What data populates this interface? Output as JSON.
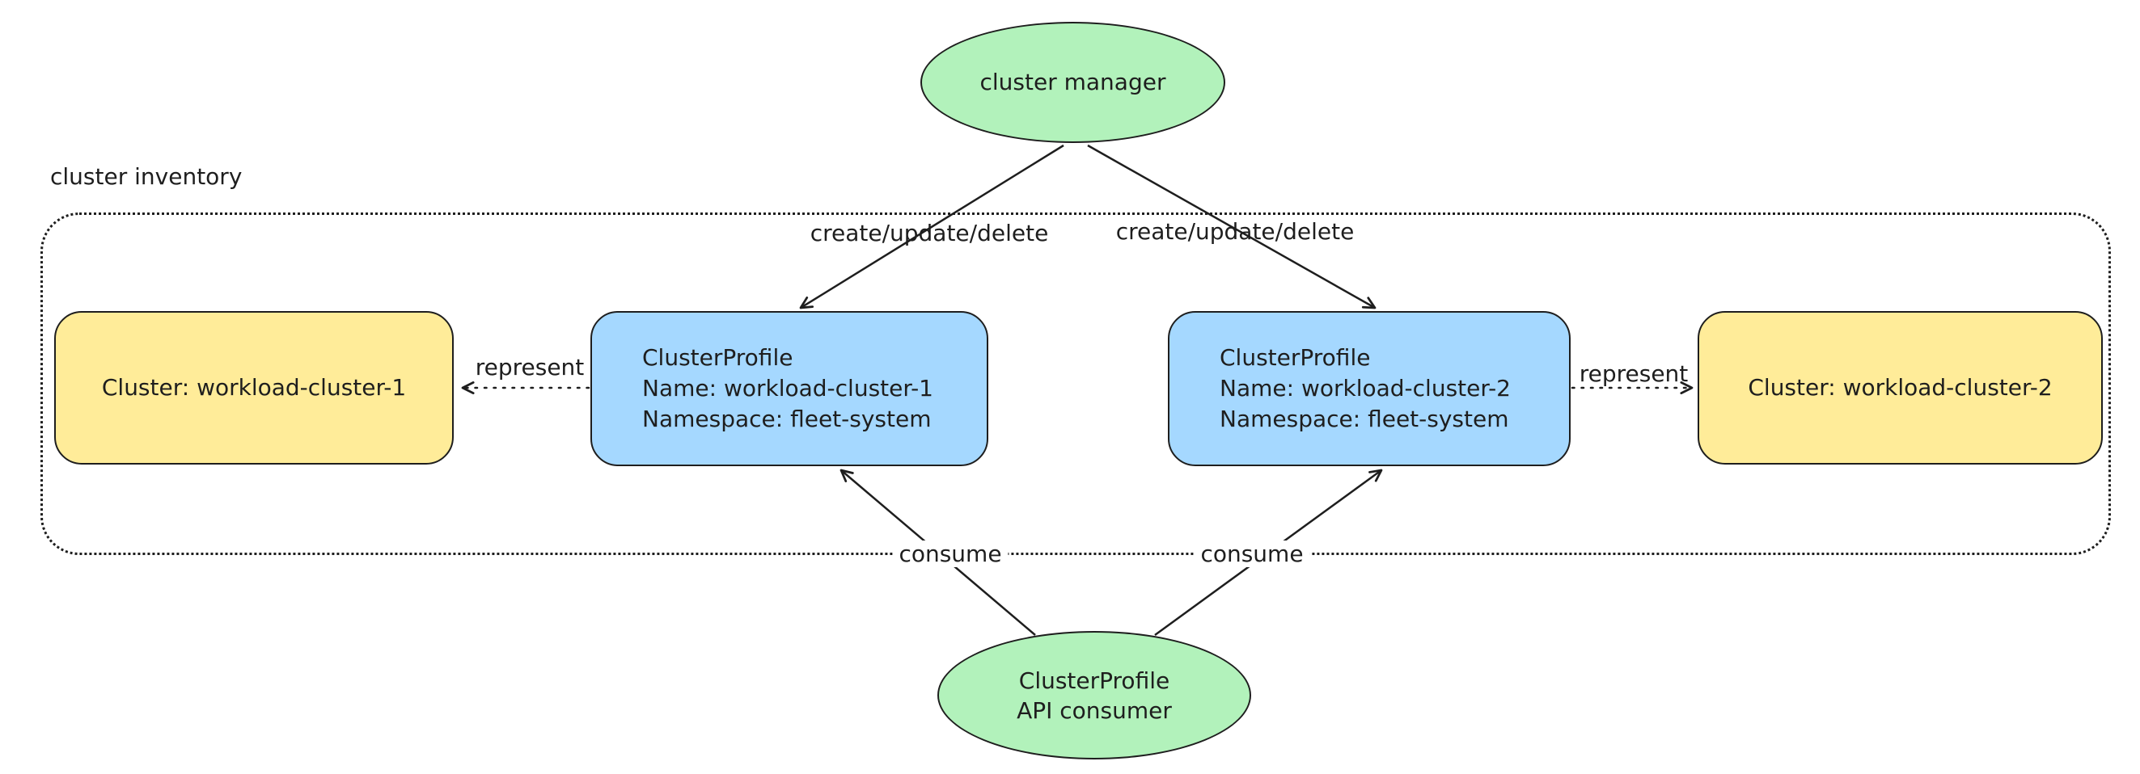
{
  "diagram": {
    "container_label": "cluster inventory",
    "nodes": {
      "cluster_manager": {
        "label": "cluster manager"
      },
      "api_consumer": {
        "line1": "ClusterProfile",
        "line2": "API consumer"
      },
      "cluster1": {
        "label": "Cluster: workload-cluster-1"
      },
      "cluster2": {
        "label": "Cluster: workload-cluster-2"
      },
      "profile1": {
        "title": "ClusterProfile",
        "name": "Name: workload-cluster-1",
        "namespace": "Namespace: fleet-system"
      },
      "profile2": {
        "title": "ClusterProfile",
        "name": "Name: workload-cluster-2",
        "namespace": "Namespace: fleet-system"
      }
    },
    "edges": {
      "create_left": "create/update/delete",
      "create_right": "create/update/delete",
      "represent_left": "represent",
      "represent_right": "represent",
      "consume_left": "consume",
      "consume_right": "consume"
    },
    "colors": {
      "green": "#b2f2bb",
      "yellow": "#ffec99",
      "blue": "#a5d8ff",
      "stroke": "#1e1e1e",
      "background": "#ffffff"
    }
  }
}
